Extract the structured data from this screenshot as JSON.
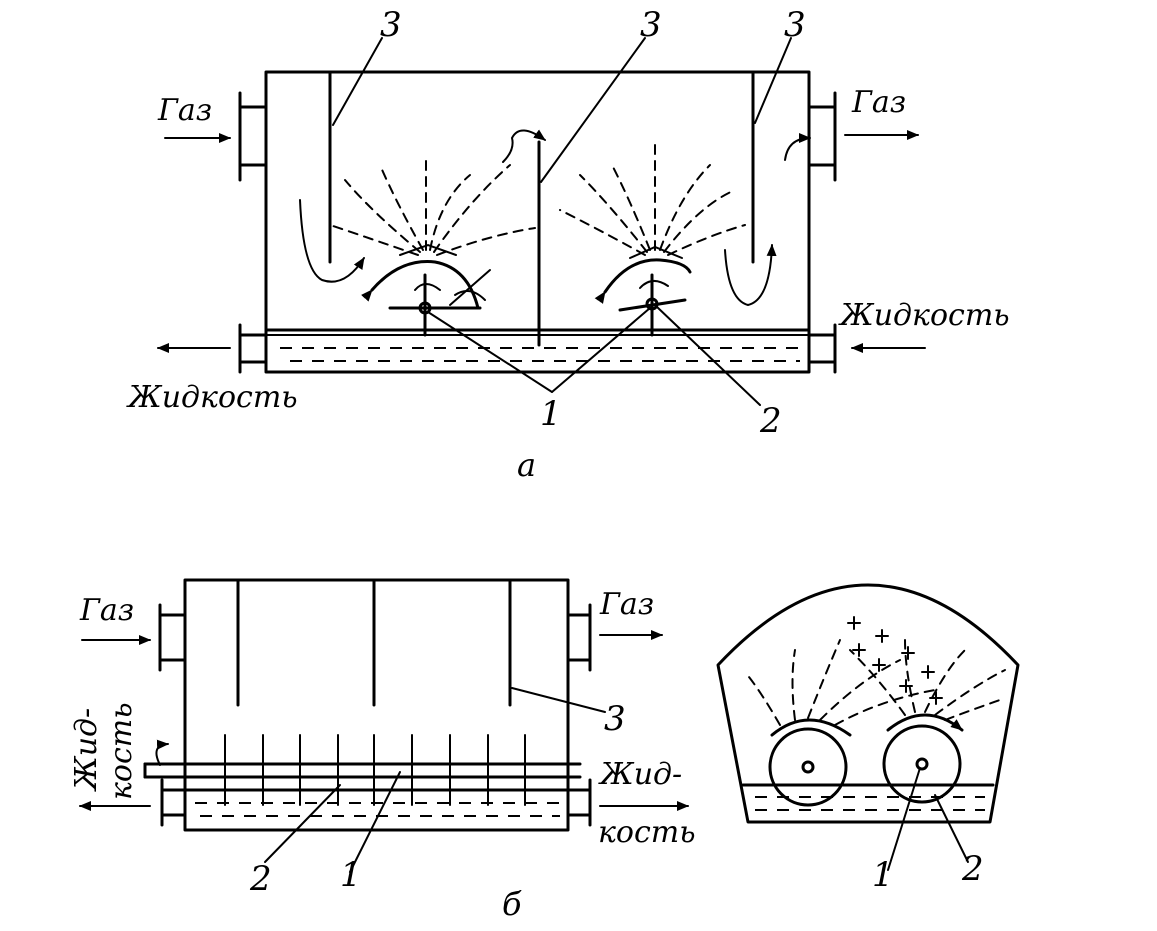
{
  "figure_a": {
    "caption": "а",
    "gas_in": "Газ",
    "gas_out": "Газ",
    "liquid_in": "Жидкость",
    "liquid_out": "Жидкость",
    "callouts": [
      "3",
      "3",
      "3",
      "1",
      "2"
    ]
  },
  "figure_b": {
    "caption": "б",
    "gas_in": "Газ",
    "gas_out": "Газ",
    "liquid_in_line1": "Жид-",
    "liquid_in_line2": "кость",
    "liquid_out_line1": "Жид-",
    "liquid_out_line2": "кость",
    "callouts": [
      "3",
      "2",
      "1"
    ]
  },
  "figure_b_section": {
    "callouts": [
      "1",
      "2"
    ]
  }
}
